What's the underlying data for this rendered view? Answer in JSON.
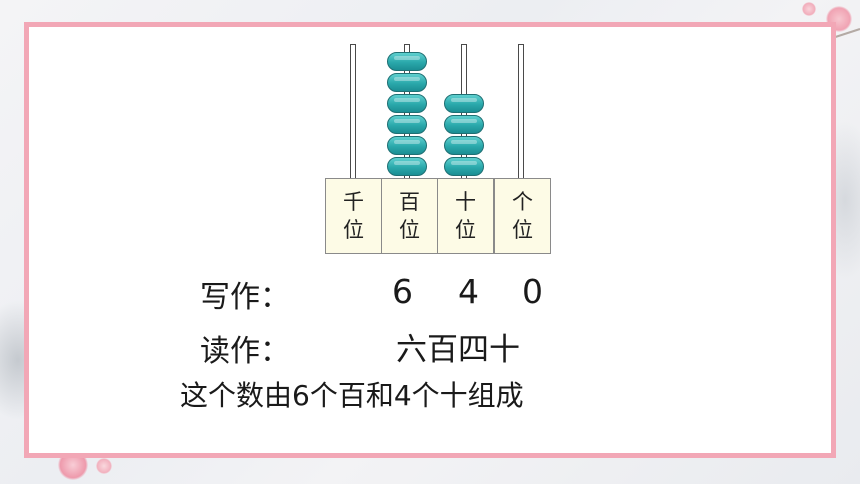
{
  "abacus": {
    "columns": [
      {
        "place_line1": "千",
        "place_line2": "位",
        "beads": 0
      },
      {
        "place_line1": "百",
        "place_line2": "位",
        "beads": 6
      },
      {
        "place_line1": "十",
        "place_line2": "位",
        "beads": 4
      },
      {
        "place_line1": "个",
        "place_line2": "位",
        "beads": 0
      }
    ]
  },
  "write": {
    "label": "写作：",
    "digits": [
      "6",
      "4",
      "0"
    ]
  },
  "read": {
    "label": "读作：",
    "value": "六百四十"
  },
  "summary": "这个数由6个百和4个十组成",
  "colors": {
    "frame": "#f2a7b6",
    "bead": "#2aa8ab",
    "label_bg": "#fdfbe6"
  }
}
